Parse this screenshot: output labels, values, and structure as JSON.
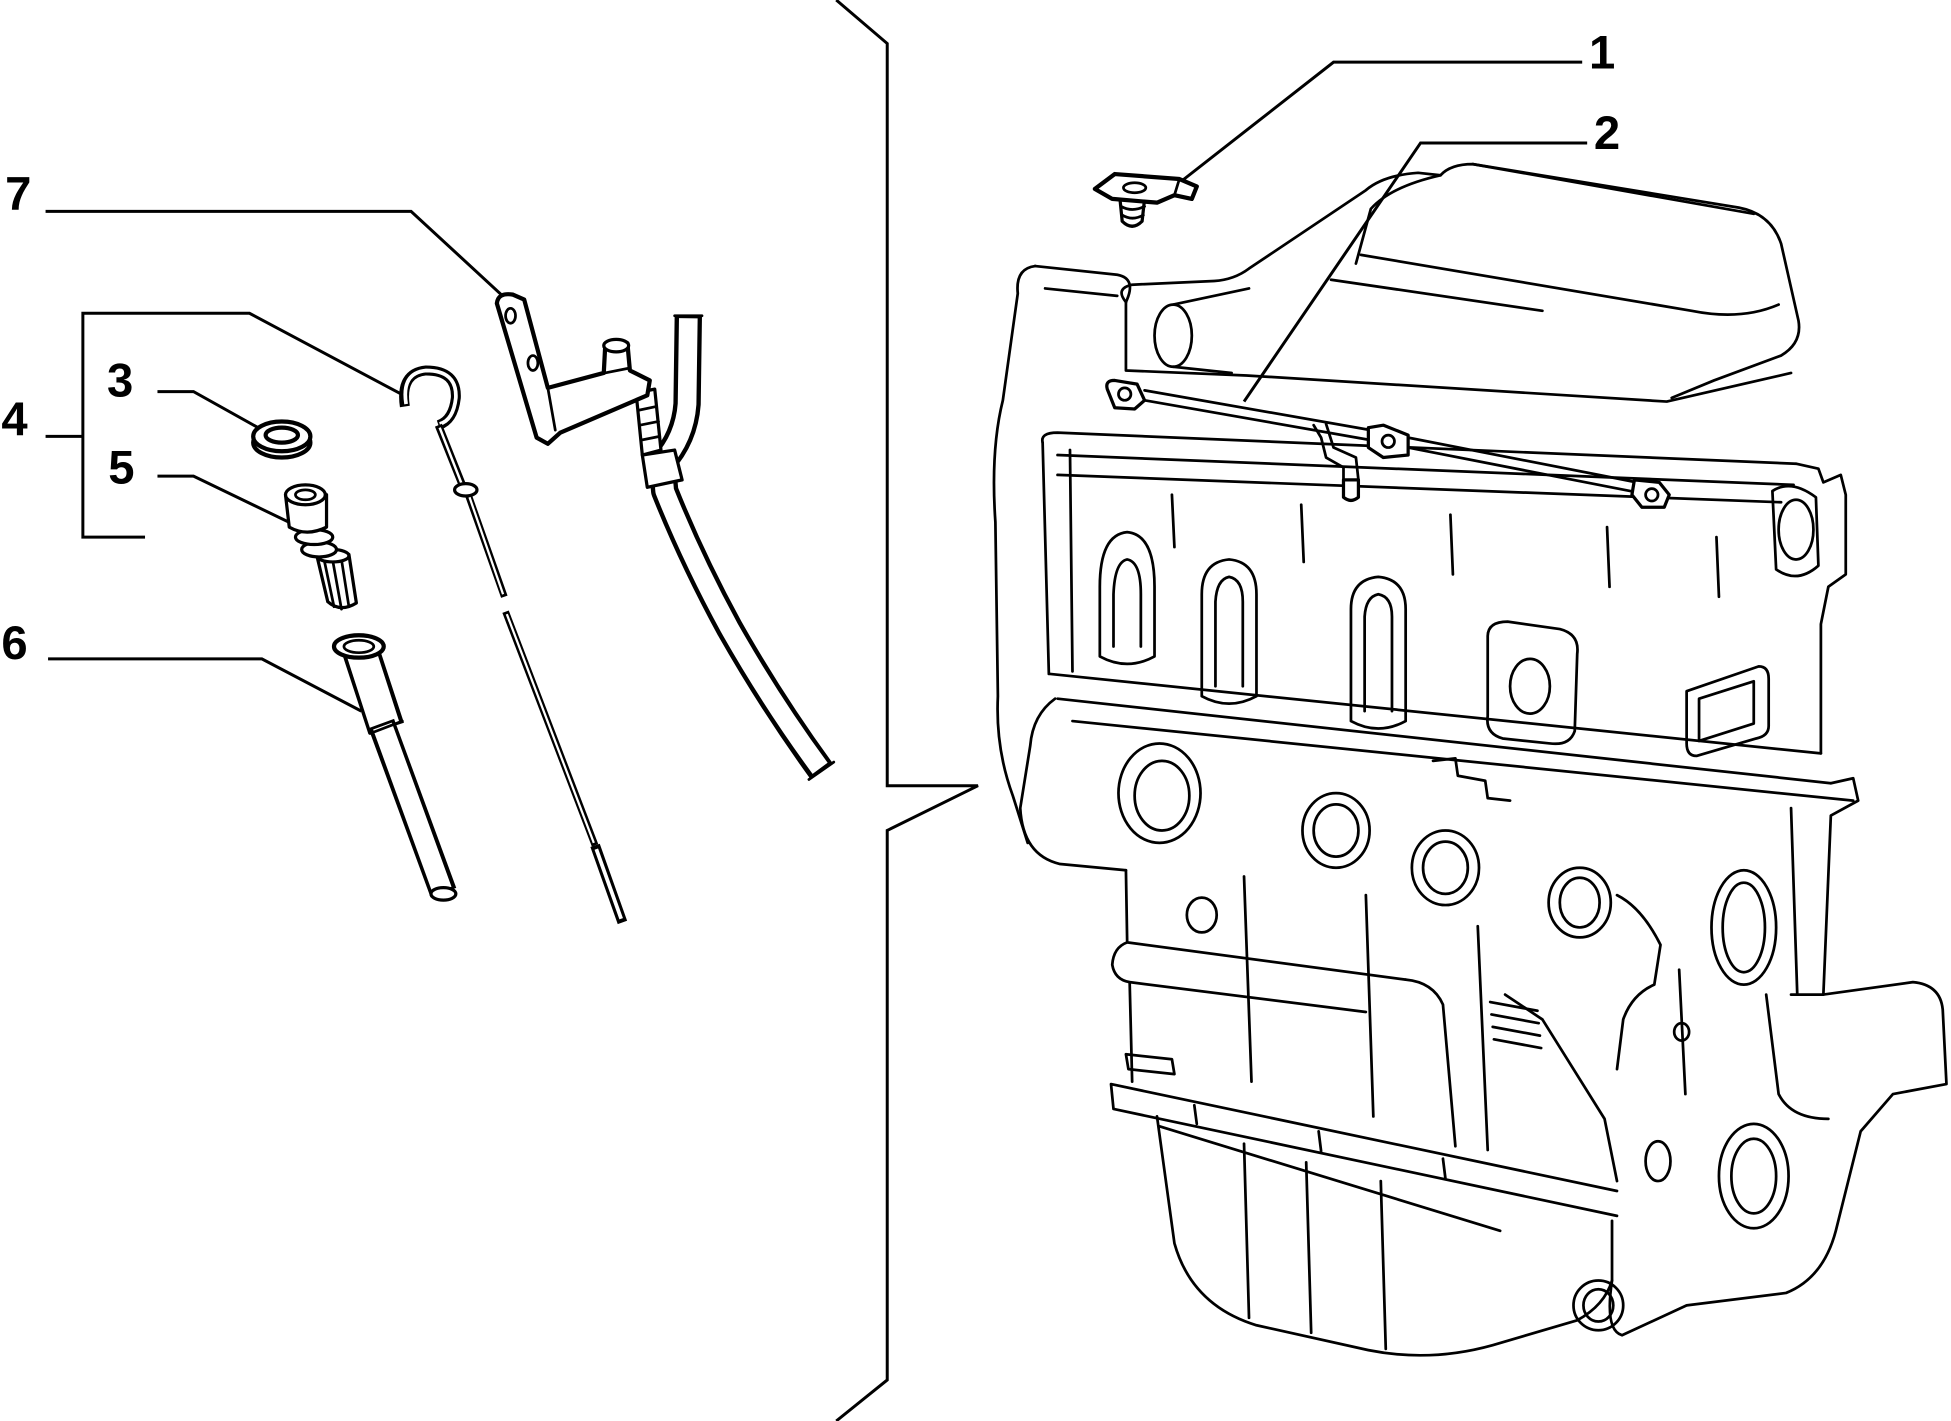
{
  "diagram": {
    "callouts": [
      {
        "label": "1"
      },
      {
        "label": "2"
      },
      {
        "label": "3"
      },
      {
        "label": "4"
      },
      {
        "label": "5"
      },
      {
        "label": "6"
      },
      {
        "label": "7"
      }
    ]
  },
  "colors": {
    "line": "#000000",
    "background": "#ffffff"
  }
}
